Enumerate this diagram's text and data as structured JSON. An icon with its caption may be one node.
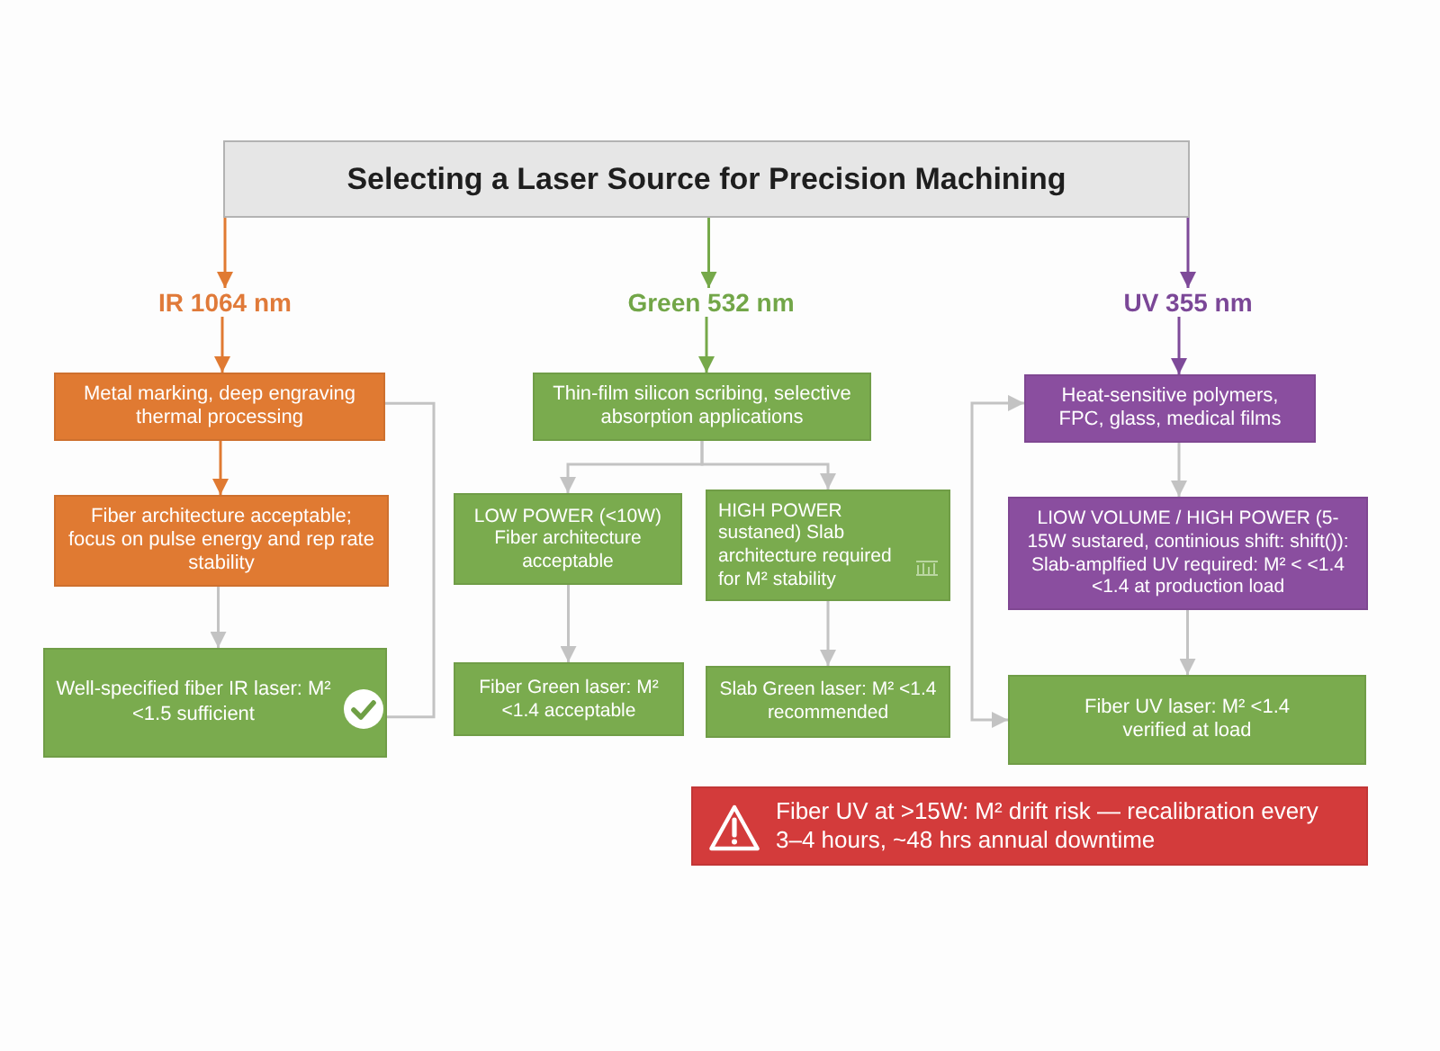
{
  "diagram": {
    "nodes": [
      {
        "text": [
          "Selecting a Laser Source for Precision Machining"
        ]
      },
      {
        "text": [
          "IR 1064 nm"
        ]
      },
      {
        "text": [
          "Green 532 nm"
        ]
      },
      {
        "text": [
          "UV 355 nm"
        ]
      },
      {
        "text": [
          "Metal marking, deep engraving thermal processing"
        ]
      },
      {
        "text": [
          "Fiber architecture acceptable; focus on pulse energy and rep rate stability"
        ]
      },
      {
        "text": [
          "Well-specified fiber IR laser: M² <1.5 sufficient"
        ]
      },
      {
        "text": [
          "Thin-film silicon scribing, selective absorption applications"
        ]
      },
      {
        "text": [
          "LOW POWER (<10W) Fiber architecture acceptable"
        ]
      },
      {
        "text": [
          "HIGH POWER sustaned) Slab architecture required for M² stability"
        ]
      },
      {
        "text": [
          "Fiber Green laser: M² <1.4 acceptable"
        ]
      },
      {
        "text": [
          "Slab Green laser: M² <1.4 recommended"
        ]
      },
      {
        "text": [
          "Heat-sensitive polymers, FPC, glass, medical films"
        ]
      },
      {
        "text": [
          "LIOW VOLUME / HIGH POWER (5-15W sustared, continious shift: shift()): Slab-amplfied UV required: M² < <1.4 <1.4 at production load"
        ]
      },
      {
        "text": [
          "Fiber UV laser: M² <1.4 verified at load"
        ]
      },
      {
        "text": [
          "Fiber UV at >15W: M² drift risk — recalibration every 3–4 hours, ~48 hrs annual downtime"
        ]
      }
    ],
    "edges": [
      {
        "from": 0,
        "to": 1,
        "arrow": "to",
        "color": "#e07a32"
      },
      {
        "from": 0,
        "to": 2,
        "arrow": "to",
        "color": "#76a94a"
      },
      {
        "from": 0,
        "to": 3,
        "arrow": "to",
        "color": "#7e4a99"
      },
      {
        "from": 1,
        "to": 4,
        "arrow": "to",
        "color": "#e07a32"
      },
      {
        "from": 4,
        "to": 5,
        "arrow": "to",
        "color": "#e07a32"
      },
      {
        "from": 5,
        "to": 6,
        "arrow": "to"
      },
      {
        "from": 4,
        "to": 6,
        "arrow": "none"
      },
      {
        "from": 2,
        "to": 7,
        "arrow": "to",
        "color": "#76a94a"
      },
      {
        "from": 7,
        "to": 8,
        "arrow": "to"
      },
      {
        "from": 7,
        "to": 9,
        "arrow": "to"
      },
      {
        "from": 8,
        "to": 10,
        "arrow": "to"
      },
      {
        "from": 9,
        "to": 11,
        "arrow": "to"
      },
      {
        "from": 3,
        "to": 12,
        "arrow": "to",
        "color": "#7e4a99"
      },
      {
        "from": 12,
        "to": 13,
        "arrow": "to"
      },
      {
        "from": 13,
        "to": 14,
        "arrow": "to"
      },
      {
        "from": 12,
        "to": 14,
        "arrow": "both"
      }
    ]
  }
}
